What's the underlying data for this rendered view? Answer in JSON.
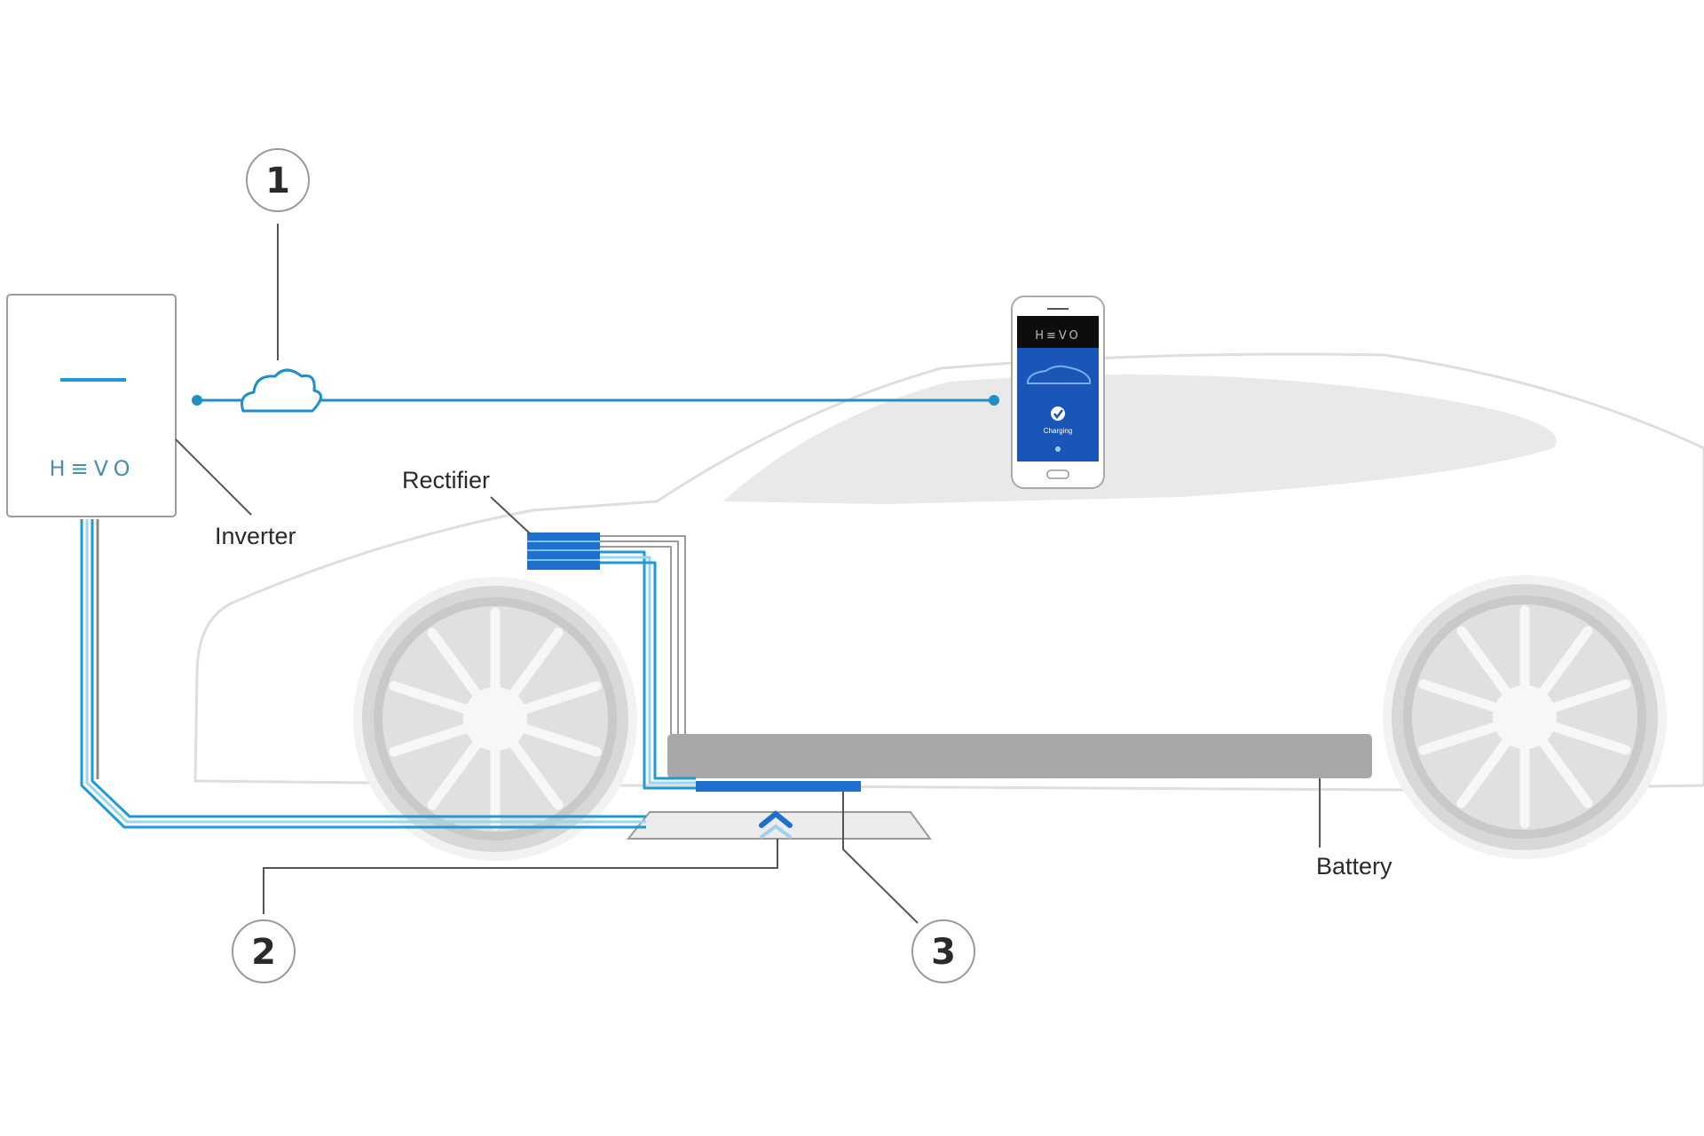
{
  "inverter": {
    "brand": "H≡VO",
    "label": "Inverter"
  },
  "phone": {
    "app_brand": "H≡VO",
    "status": "Charging"
  },
  "labels": {
    "rectifier": "Rectifier",
    "battery": "Battery"
  },
  "callouts": {
    "one": "1",
    "two": "2",
    "three": "3"
  },
  "colors": {
    "accent": "#1f9ad6",
    "cable_dark": "#1f6fcf",
    "car_fill": "#ebebeb",
    "car_outline": "#dcdcdc",
    "battery": "#a8a8a8"
  }
}
